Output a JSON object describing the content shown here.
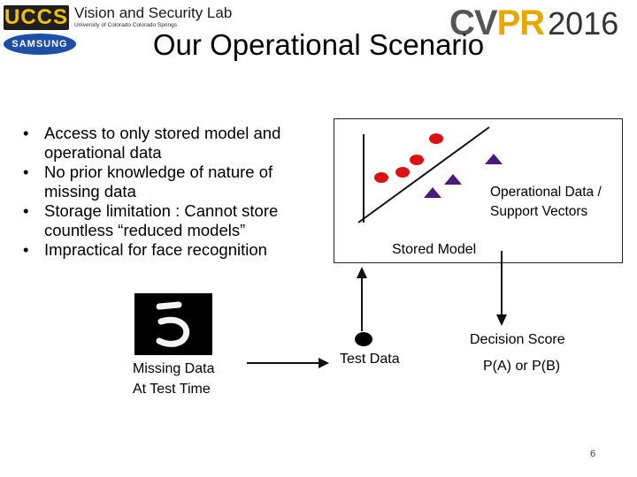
{
  "header": {
    "uccs_logo": "UCCS",
    "lab_name": "Vision and Security Lab",
    "lab_sub": "University of Colorado Colorado Springs",
    "samsung_logo": "SAMSUNG",
    "cvpr_cv": "CV",
    "cvpr_pr": "PR",
    "cvpr_year": "2016"
  },
  "title": "Our Operational Scenario",
  "bullets": [
    "Access to only stored model and operational data",
    "No prior knowledge of nature of missing data",
    "Storage limitation : Cannot store countless “reduced models”",
    "Impractical for face recognition"
  ],
  "bullet_marker": "•",
  "diagram": {
    "missing_data_label_1": "Missing Data",
    "missing_data_label_2": "At Test Time",
    "operational_label_1": "Operational Data /",
    "operational_label_2": "Support Vectors",
    "stored_model_label": "Stored Model",
    "test_data_label": "Test Data",
    "decision_label_1": "Decision Score",
    "decision_label_2": "P(A) or P(B)",
    "colors": {
      "points": "#dd1111",
      "triangles": "#4b1a78",
      "ink": "#111111"
    }
  },
  "page_number": "6"
}
